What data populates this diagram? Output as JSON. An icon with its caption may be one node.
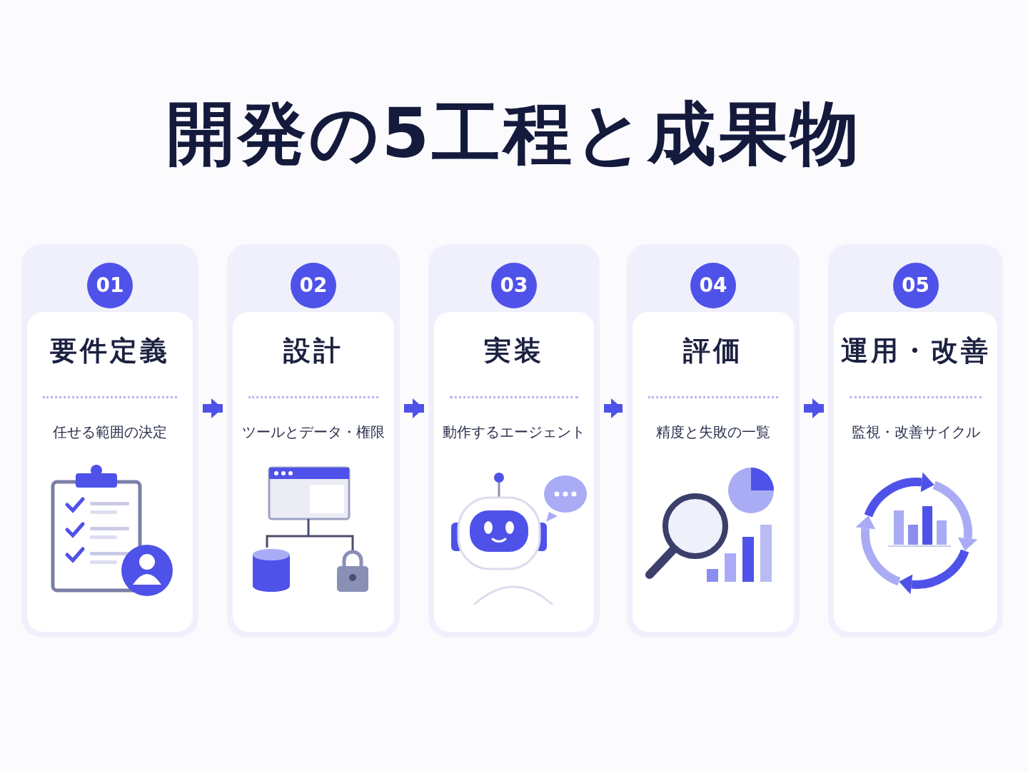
{
  "diagram": {
    "title": "開発の5工程と成果物",
    "nodes": [
      {
        "text": [],
        "shape": "box"
      },
      {
        "text": [
          "01"
        ],
        "in": 0
      },
      {
        "text": [
          "要件定義",
          "任せる範囲の決定"
        ],
        "in": 0
      },
      {
        "text": [],
        "shape": "box"
      },
      {
        "text": [
          "02"
        ],
        "in": 3
      },
      {
        "text": [
          "設計",
          "ツールとデータ・権限"
        ],
        "in": 3
      },
      {
        "text": [],
        "shape": "box"
      },
      {
        "text": [
          "03"
        ],
        "in": 6
      },
      {
        "text": [
          "実装",
          "動作するエージェント"
        ],
        "in": 6
      },
      {
        "text": [],
        "shape": "box"
      },
      {
        "text": [
          "04"
        ],
        "in": 9
      },
      {
        "text": [
          "評価",
          "精度と失敗の一覧"
        ],
        "in": 9
      },
      {
        "text": [],
        "shape": "box"
      },
      {
        "text": [
          "05"
        ],
        "in": 12
      },
      {
        "text": [
          "運用・改善",
          "監視・改善サイクル"
        ],
        "in": 12
      }
    ],
    "edges": [
      {
        "from": 0,
        "to": 3,
        "arrow": "to"
      },
      {
        "from": 3,
        "to": 6,
        "arrow": "to"
      },
      {
        "from": 6,
        "to": 9,
        "arrow": "to"
      },
      {
        "from": 9,
        "to": 12,
        "arrow": "to"
      }
    ]
  }
}
